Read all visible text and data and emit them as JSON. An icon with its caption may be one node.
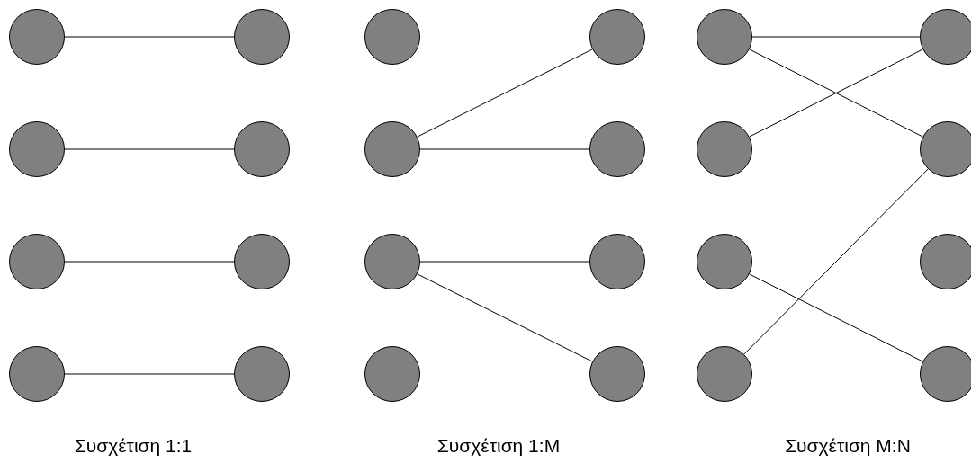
{
  "diagram": {
    "nodes": [
      {
        "text": [],
        "shape": "circle"
      },
      {
        "text": [],
        "shape": "circle"
      },
      {
        "text": [],
        "shape": "circle"
      },
      {
        "text": [],
        "shape": "circle"
      },
      {
        "text": [],
        "shape": "circle"
      },
      {
        "text": [],
        "shape": "circle"
      },
      {
        "text": [],
        "shape": "circle"
      },
      {
        "text": [],
        "shape": "circle"
      },
      {
        "text": [],
        "shape": "circle"
      },
      {
        "text": [],
        "shape": "circle"
      },
      {
        "text": [],
        "shape": "circle"
      },
      {
        "text": [],
        "shape": "circle"
      },
      {
        "text": [],
        "shape": "circle"
      },
      {
        "text": [],
        "shape": "circle"
      },
      {
        "text": [],
        "shape": "circle"
      },
      {
        "text": [],
        "shape": "circle"
      },
      {
        "text": [],
        "shape": "circle"
      },
      {
        "text": [],
        "shape": "circle"
      },
      {
        "text": [],
        "shape": "circle"
      },
      {
        "text": [],
        "shape": "circle"
      },
      {
        "text": [],
        "shape": "circle"
      },
      {
        "text": [],
        "shape": "circle"
      },
      {
        "text": [],
        "shape": "circle"
      },
      {
        "text": [],
        "shape": "circle"
      }
    ],
    "edges": [
      {
        "from": 0,
        "to": 4,
        "arrow": "none"
      },
      {
        "from": 1,
        "to": 5,
        "arrow": "none"
      },
      {
        "from": 2,
        "to": 6,
        "arrow": "none"
      },
      {
        "from": 3,
        "to": 7,
        "arrow": "none"
      },
      {
        "from": 9,
        "to": 12,
        "arrow": "none"
      },
      {
        "from": 9,
        "to": 13,
        "arrow": "none"
      },
      {
        "from": 10,
        "to": 14,
        "arrow": "none"
      },
      {
        "from": 10,
        "to": 15,
        "arrow": "none"
      },
      {
        "from": 16,
        "to": 20,
        "arrow": "none"
      },
      {
        "from": 16,
        "to": 21,
        "arrow": "none"
      },
      {
        "from": 17,
        "to": 20,
        "arrow": "none"
      },
      {
        "from": 18,
        "to": 23,
        "arrow": "none"
      },
      {
        "from": 19,
        "to": 21,
        "arrow": "none"
      }
    ],
    "labels": [
      "Συσχέτιση 1:1",
      "Συσχέτιση 1:Μ",
      "Συσχέτιση Μ:Ν"
    ]
  }
}
